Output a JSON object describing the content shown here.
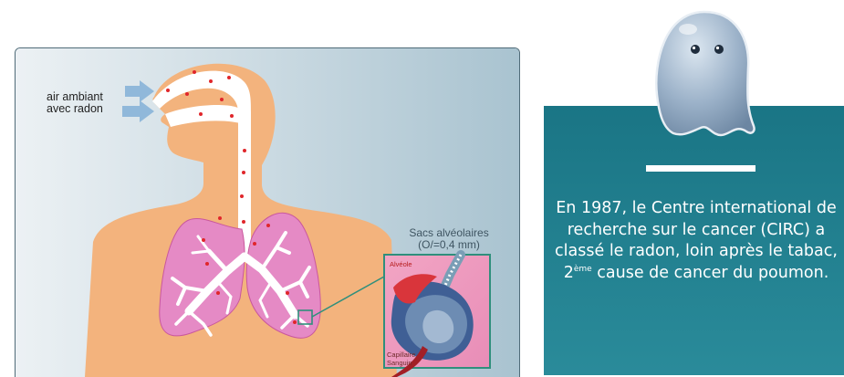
{
  "illustration": {
    "air_label_line1": "air ambiant",
    "air_label_line2": "avec radon",
    "sacs_title_line1": "Sacs alvéolaires",
    "sacs_title_line2": "(O/=0,4 mm)",
    "alveole_label": "Alvéole",
    "capillaire_line1": "Capillaire",
    "capillaire_line2": "Sanguin",
    "colors": {
      "background_start": "#e8eef1",
      "background_end": "#a9c2cf",
      "body": "#f3b37d",
      "airway": "#ffffff",
      "lungs": "#e58ac5",
      "radon_dots": "#e0262b",
      "arrows": "#90b8da",
      "inset_border": "#2f8f7c"
    }
  },
  "info_panel": {
    "text_before_sup": "En 1987, le Centre international de recherche sur le cancer (CIRC) a classé le radon, loin après le tabac, 2",
    "superscript": "ème",
    "text_after_sup": " cause de cancer du poumon.",
    "colors": {
      "panel_top": "#1a7585",
      "panel_bottom": "#2a8b9a",
      "text": "#ffffff"
    }
  },
  "mascot": {
    "icon": "ghost-icon",
    "color": "#97aec6"
  }
}
